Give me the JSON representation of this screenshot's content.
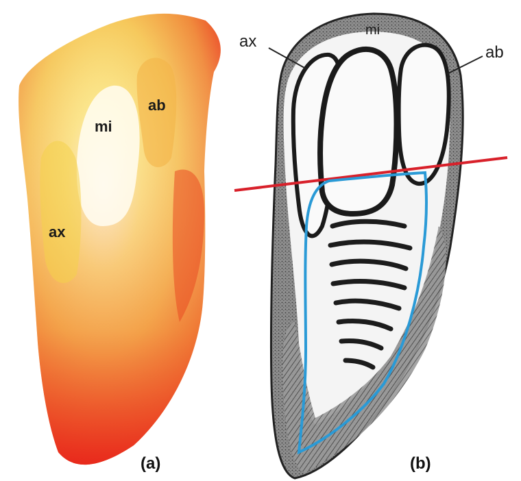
{
  "panel_a": {
    "caption": "(a)",
    "labels": {
      "ab": "ab",
      "mi": "mi",
      "ax": "ax"
    }
  },
  "panel_b": {
    "caption": "(b)",
    "labels": {
      "ax": "ax",
      "mi": "mi",
      "ab": "ab"
    }
  },
  "colors": {
    "cut_line": "#d8202a",
    "outline": "#2a9ad6",
    "tissue_dark": "#3a3a3a",
    "gradient_yellow": "#f7e25a",
    "gradient_red": "#e8261b"
  }
}
